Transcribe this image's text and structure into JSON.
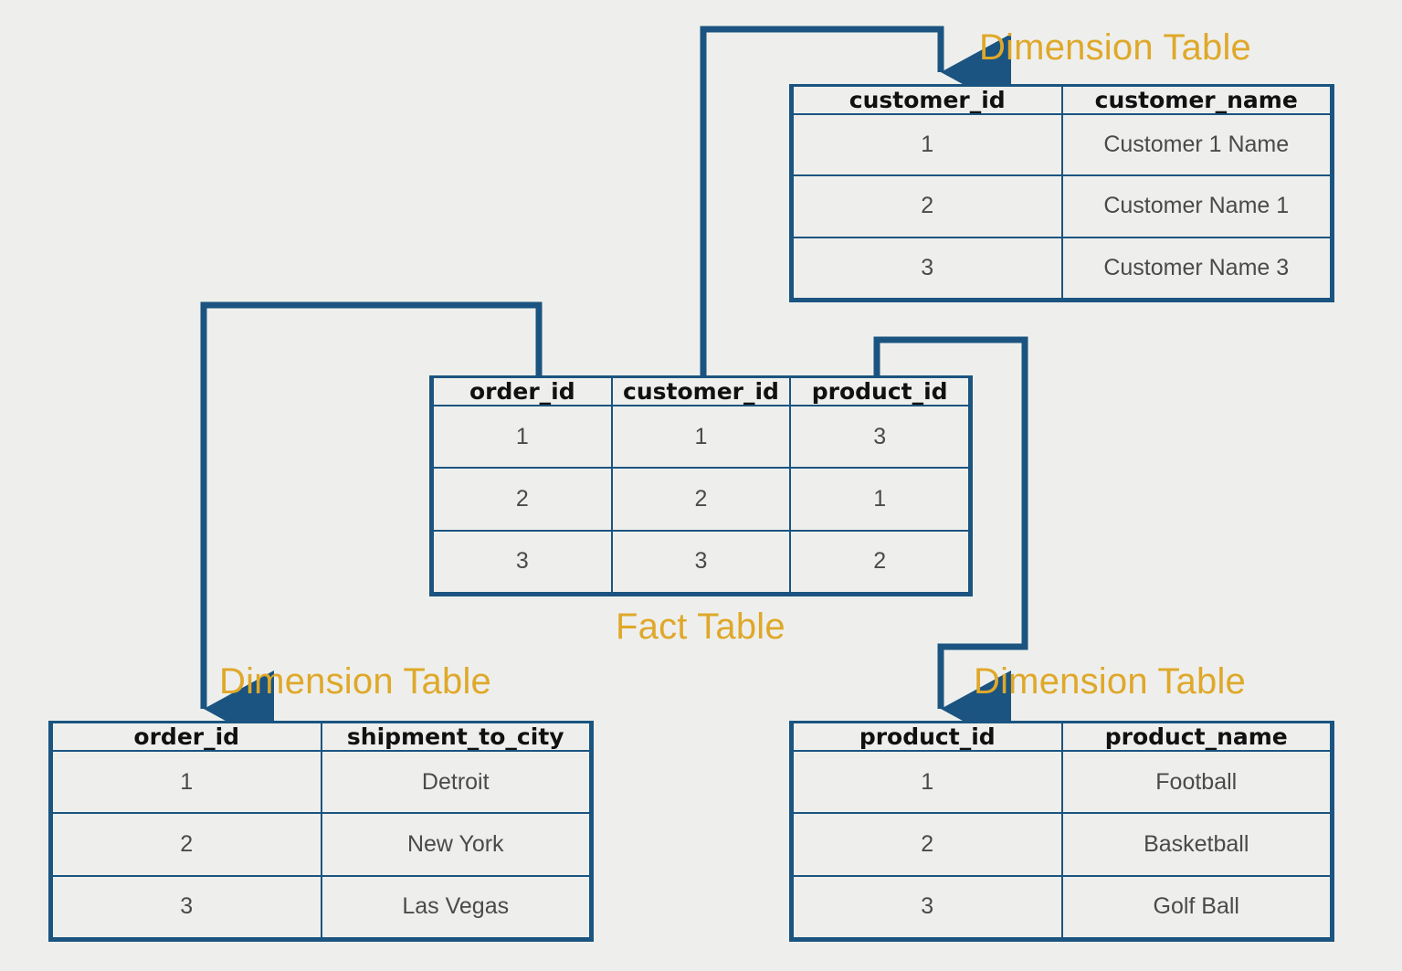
{
  "theme": {
    "background": "#eeefec",
    "border_blue": "#1b5480",
    "connector_blue": "#1b5480",
    "caption_gold": "#dfa82a",
    "header_text": "#111111",
    "cell_text": "#4a4a4a"
  },
  "captions": {
    "customer": "Dimension Table",
    "fact": "Fact Table",
    "shipment": "Dimension Table",
    "product": "Dimension Table"
  },
  "tables": {
    "customer": {
      "name": "customer-dimension-table",
      "headers": [
        "customer_id",
        "customer_name"
      ],
      "rows": [
        [
          "1",
          "Customer 1 Name"
        ],
        [
          "2",
          "Customer Name 1"
        ],
        [
          "3",
          "Customer Name 3"
        ]
      ]
    },
    "fact": {
      "name": "fact-table",
      "headers": [
        "order_id",
        "customer_id",
        "product_id"
      ],
      "rows": [
        [
          "1",
          "1",
          "3"
        ],
        [
          "2",
          "2",
          "1"
        ],
        [
          "3",
          "3",
          "2"
        ]
      ]
    },
    "shipment": {
      "name": "shipment-dimension-table",
      "headers": [
        "order_id",
        "shipment_to_city"
      ],
      "rows": [
        [
          "1",
          "Detroit"
        ],
        [
          "2",
          "New York"
        ],
        [
          "3",
          "Las Vegas"
        ]
      ]
    },
    "product": {
      "name": "product-dimension-table",
      "headers": [
        "product_id",
        "product_name"
      ],
      "rows": [
        [
          "1",
          "Football"
        ],
        [
          "2",
          "Basketball"
        ],
        [
          "3",
          "Golf Ball"
        ]
      ]
    }
  },
  "connectors": [
    {
      "name": "fact-order-id-to-shipment-table",
      "from": "fact.order_id",
      "to": "shipment.order_id"
    },
    {
      "name": "fact-customer-id-to-customer-table",
      "from": "fact.customer_id",
      "to": "customer.customer_id"
    },
    {
      "name": "fact-product-id-to-product-table",
      "from": "fact.product_id",
      "to": "product.product_id"
    }
  ]
}
